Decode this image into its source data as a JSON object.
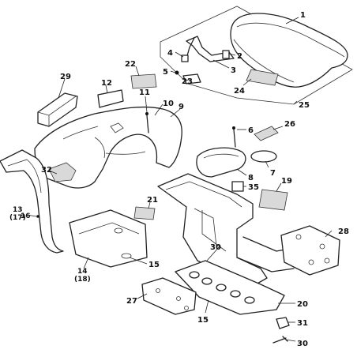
{
  "callouts": [
    {
      "id": "c1",
      "text": "1"
    },
    {
      "id": "c2",
      "text": "2"
    },
    {
      "id": "c3",
      "text": "3"
    },
    {
      "id": "c4",
      "text": "4"
    },
    {
      "id": "c5",
      "text": "5"
    },
    {
      "id": "c6",
      "text": "6"
    },
    {
      "id": "c7",
      "text": "7"
    },
    {
      "id": "c8",
      "text": "8"
    },
    {
      "id": "c9",
      "text": "9"
    },
    {
      "id": "c10",
      "text": "10"
    },
    {
      "id": "c11",
      "text": "11"
    },
    {
      "id": "c12",
      "text": "12"
    },
    {
      "id": "c13",
      "text": "13"
    },
    {
      "id": "c13b",
      "text": "(17)"
    },
    {
      "id": "c14",
      "text": "14"
    },
    {
      "id": "c14b",
      "text": "(18)"
    },
    {
      "id": "c15a",
      "text": "15"
    },
    {
      "id": "c15b",
      "text": "15"
    },
    {
      "id": "c16",
      "text": "16"
    },
    {
      "id": "c19",
      "text": "19"
    },
    {
      "id": "c20",
      "text": "20"
    },
    {
      "id": "c21",
      "text": "21"
    },
    {
      "id": "c22",
      "text": "22"
    },
    {
      "id": "c23",
      "text": "23"
    },
    {
      "id": "c24",
      "text": "24"
    },
    {
      "id": "c25",
      "text": "25"
    },
    {
      "id": "c26",
      "text": "26"
    },
    {
      "id": "c27",
      "text": "27"
    },
    {
      "id": "c28",
      "text": "28"
    },
    {
      "id": "c29",
      "text": "29"
    },
    {
      "id": "c30a",
      "text": "30"
    },
    {
      "id": "c30b",
      "text": "30"
    },
    {
      "id": "c31",
      "text": "31"
    },
    {
      "id": "c32",
      "text": "32"
    },
    {
      "id": "c35",
      "text": "35"
    }
  ]
}
